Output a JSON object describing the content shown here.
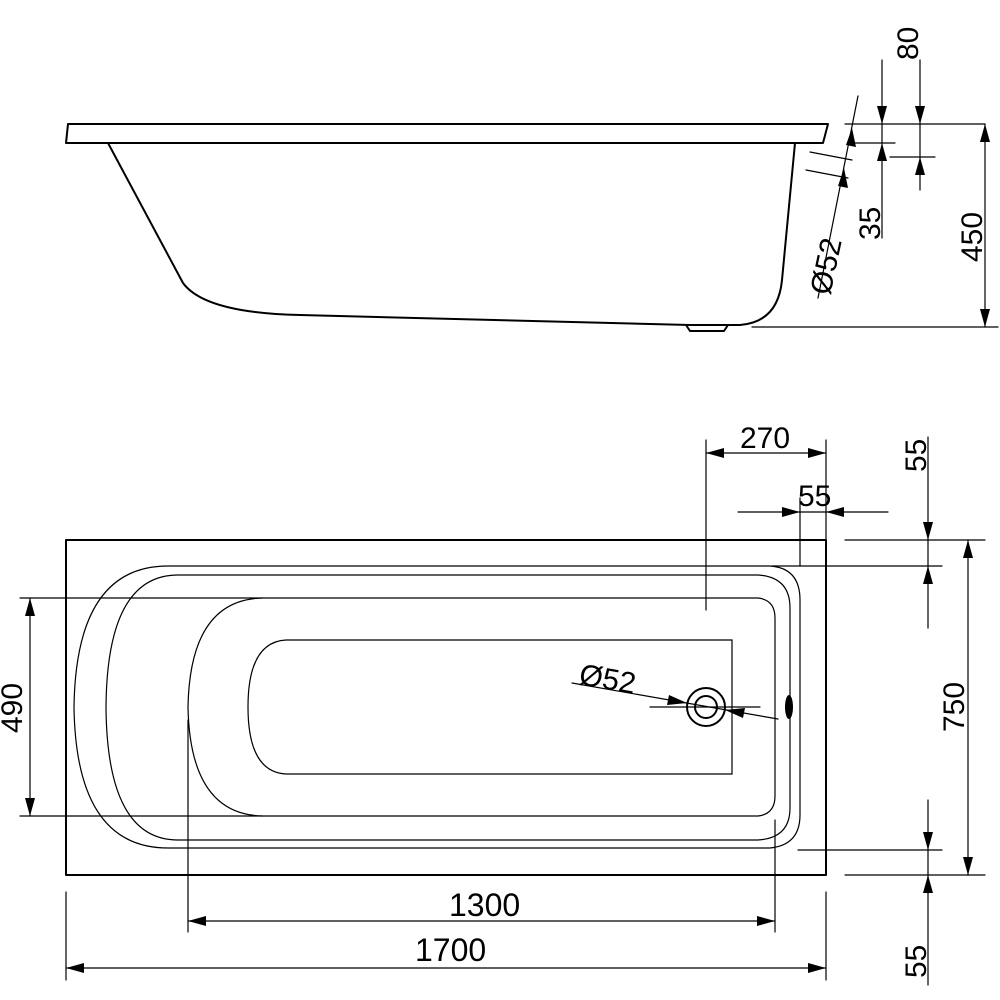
{
  "dimensions": {
    "side_top_rim": "80",
    "side_rim_thickness": "35",
    "side_overflow_diameter": "Ø52",
    "side_height": "450",
    "plan_drain_offset": "270",
    "plan_end_offset": "55",
    "plan_top_rim": "55",
    "plan_width": "750",
    "plan_inner_width": "490",
    "plan_drain_diameter": "Ø52",
    "plan_inner_length": "1300",
    "plan_length": "1700",
    "plan_bottom_rim": "55"
  }
}
